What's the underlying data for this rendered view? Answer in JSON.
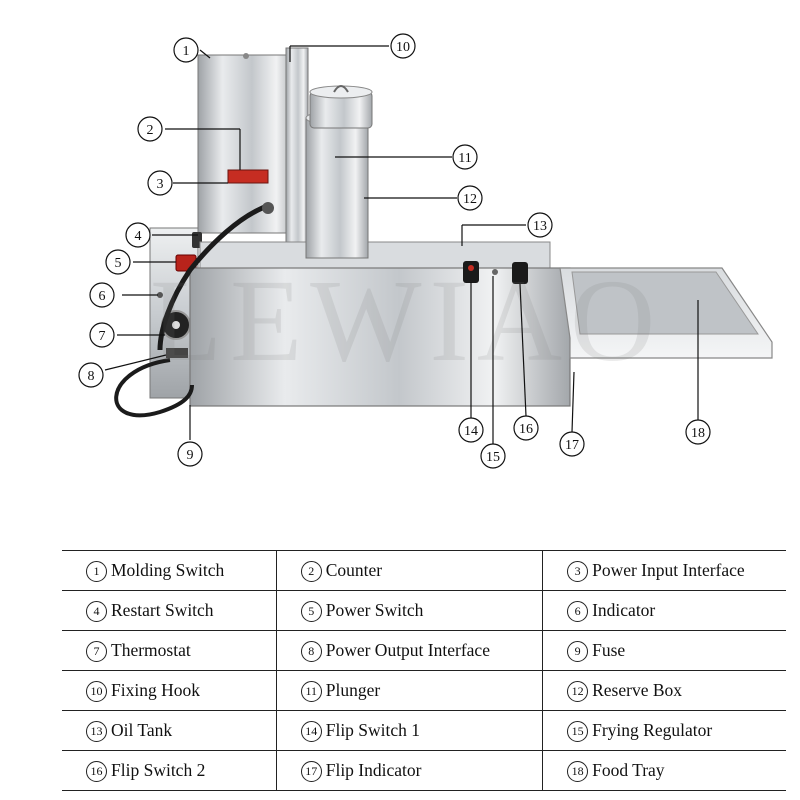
{
  "watermark": "LEWIAO",
  "parts": [
    {
      "num": "1",
      "label": "Molding Switch"
    },
    {
      "num": "2",
      "label": "Counter"
    },
    {
      "num": "3",
      "label": "Power Input Interface"
    },
    {
      "num": "4",
      "label": "Restart Switch"
    },
    {
      "num": "5",
      "label": "Power Switch"
    },
    {
      "num": "6",
      "label": "Indicator"
    },
    {
      "num": "7",
      "label": "Thermostat"
    },
    {
      "num": "8",
      "label": "Power Output Interface"
    },
    {
      "num": "9",
      "label": "Fuse"
    },
    {
      "num": "10",
      "label": "Fixing Hook"
    },
    {
      "num": "11",
      "label": "Plunger"
    },
    {
      "num": "12",
      "label": "Reserve Box"
    },
    {
      "num": "13",
      "label": "Oil Tank"
    },
    {
      "num": "14",
      "label": "Flip Switch 1"
    },
    {
      "num": "15",
      "label": "Frying Regulator"
    },
    {
      "num": "16",
      "label": "Flip Switch 2"
    },
    {
      "num": "17",
      "label": "Flip Indicator"
    },
    {
      "num": "18",
      "label": "Food Tray"
    }
  ]
}
